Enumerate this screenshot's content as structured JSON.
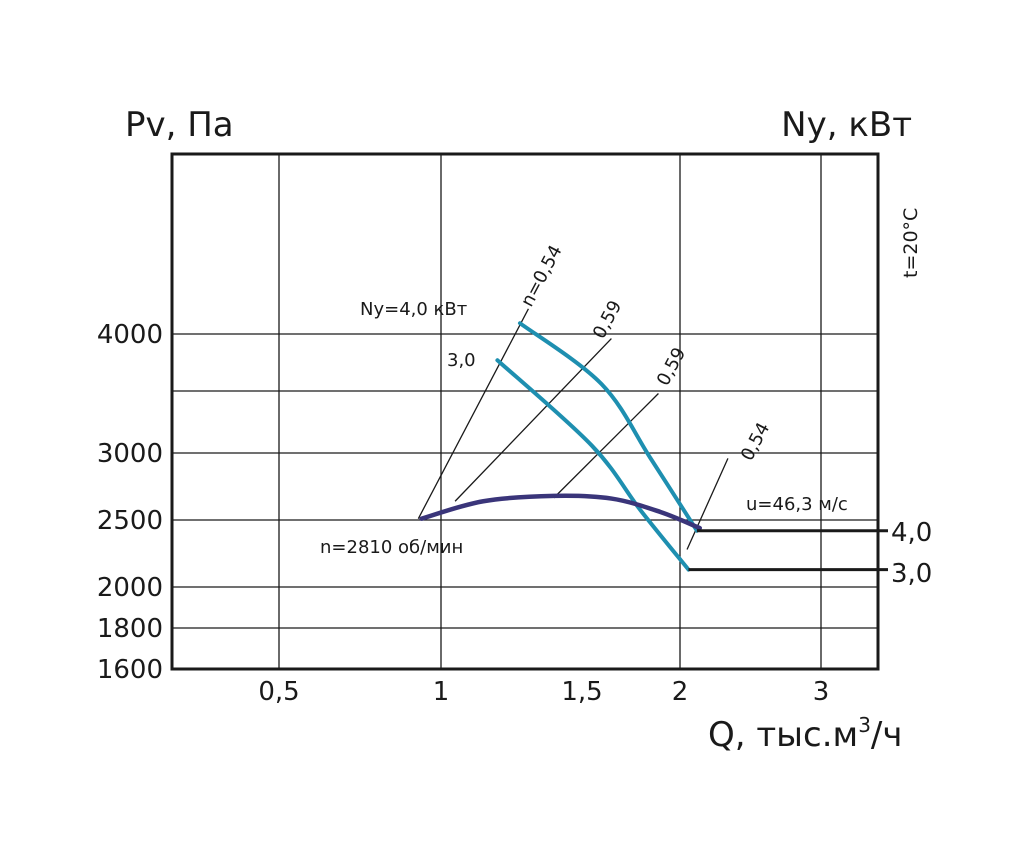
{
  "chart_data": {
    "type": "line",
    "title": "",
    "ylabel": "Pv, Па",
    "ylabel_right": "Ny, кВт",
    "xlabel": "Q, тыс.м",
    "xlabel_sup": "3",
    "xlabel_suffix": "/ч",
    "x_ticks": [
      "0,5",
      "1",
      "1,5",
      "2",
      "3"
    ],
    "y_ticks": [
      "1600",
      "1800",
      "2000",
      "2500",
      "3000",
      "4000"
    ],
    "temperature_label": "t=20°C",
    "speed_label": "n=2810 об/мин",
    "velocity_label": "u=46,3 м/с",
    "series": [
      {
        "name": "Ny=4,0 кВт",
        "x": [
          1.28,
          1.6,
          1.85,
          2.12
        ],
        "y": [
          4120,
          3560,
          2960,
          2420
        ]
      },
      {
        "name": "3,0",
        "x": [
          1.2,
          1.55,
          1.8,
          2.06
        ],
        "y": [
          3770,
          3060,
          2570,
          2130
        ]
      },
      {
        "name": "Pv",
        "x": [
          0.94,
          1.15,
          1.4,
          1.65,
          1.9,
          2.14
        ],
        "y": [
          2510,
          2640,
          2680,
          2660,
          2560,
          2440
        ]
      }
    ],
    "efficiency_labels": [
      "n=0,54",
      "0,59",
      "0,59",
      "0,54"
    ],
    "power_labels": [
      "4,0",
      "3,0"
    ]
  },
  "colors": {
    "curve": "#1e8fb0",
    "pressure_curve": "#3a357a",
    "axis": "#1a1a1a"
  }
}
